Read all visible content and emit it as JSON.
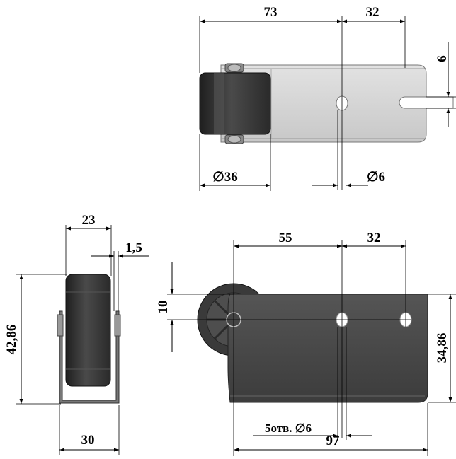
{
  "top_view": {
    "dim_overall": "73",
    "dim_end": "32",
    "dim_slot": "6",
    "dim_wheel_dia": "∅36",
    "dim_hole_dia": "∅6"
  },
  "side_view": {
    "dim_wheel_width": "23",
    "dim_plate": "1,5",
    "dim_height": "42,86",
    "dim_base": "30"
  },
  "front_view": {
    "dim_spacing_1": "55",
    "dim_spacing_2": "32",
    "dim_offset": "10",
    "dim_height": "34,86",
    "dim_holes": "5отв. ∅6",
    "dim_length": "97"
  },
  "colors": {
    "plate_light": "#d2d2d2",
    "plate_dark": "#4a4a4a",
    "wheel": "#333333"
  }
}
